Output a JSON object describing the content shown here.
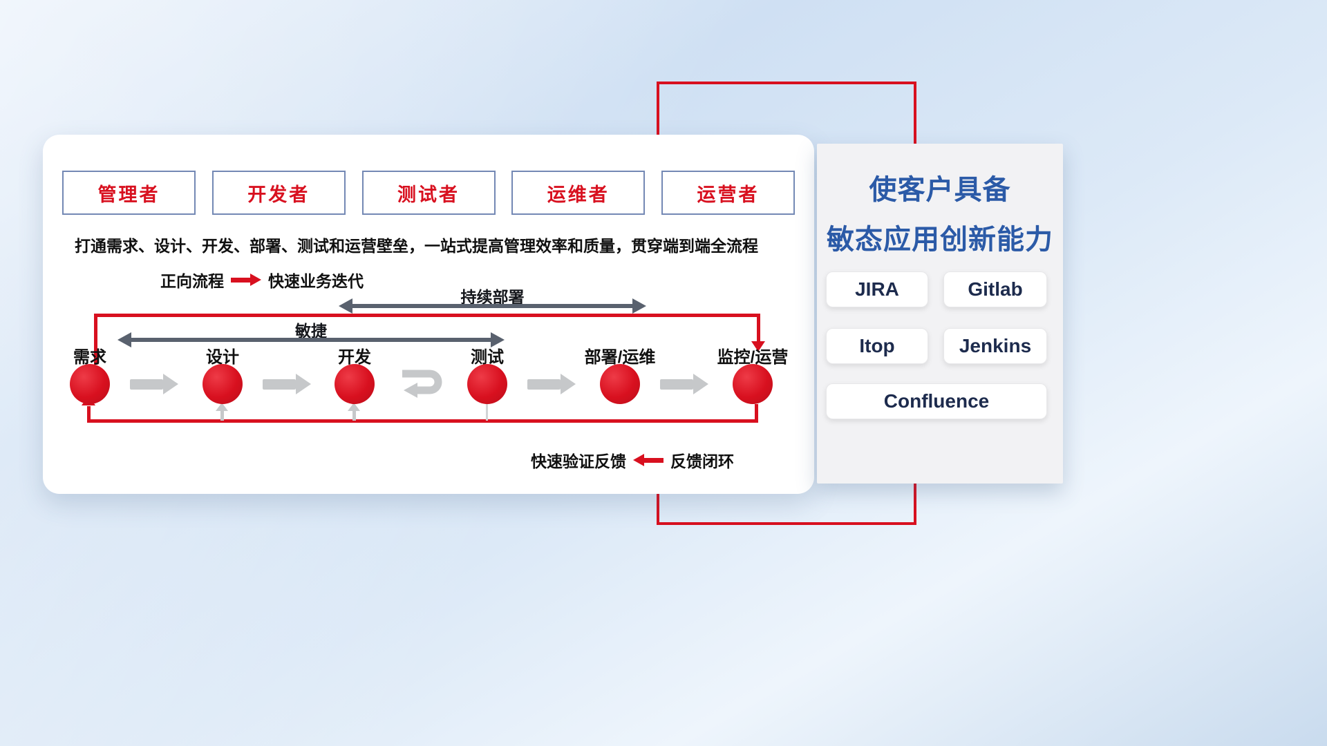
{
  "main_card": {
    "roles": [
      {
        "label": "管理者"
      },
      {
        "label": "开发者"
      },
      {
        "label": "测试者"
      },
      {
        "label": "运维者"
      },
      {
        "label": "运营者"
      }
    ],
    "subtitle": "打通需求、设计、开发、部署、测试和运营壁垒，一站式提高管理效率和质量，贯穿端到端全流程",
    "legend_forward": {
      "label": "正向流程",
      "desc": "快速业务迭代"
    },
    "legend_feedback": {
      "label": "快速验证反馈",
      "desc": "反馈闭环"
    },
    "span_arrows": [
      {
        "label": "持续部署"
      },
      {
        "label": "敏捷"
      }
    ],
    "stages": [
      "需求",
      "设计",
      "开发",
      "测试",
      "部署/运维",
      "监控/运营"
    ]
  },
  "right_panel": {
    "title_line1": "使客户具备",
    "title_line2": "敏态应用创新能力",
    "tools": [
      "JIRA",
      "Gitlab",
      "Itop",
      "Jenkins",
      "Confluence"
    ]
  },
  "colors": {
    "accent_red": "#d8101f",
    "title_blue": "#2b5aa7",
    "dark_arrow": "#59616e",
    "flow_gray": "#c6c8ca"
  }
}
